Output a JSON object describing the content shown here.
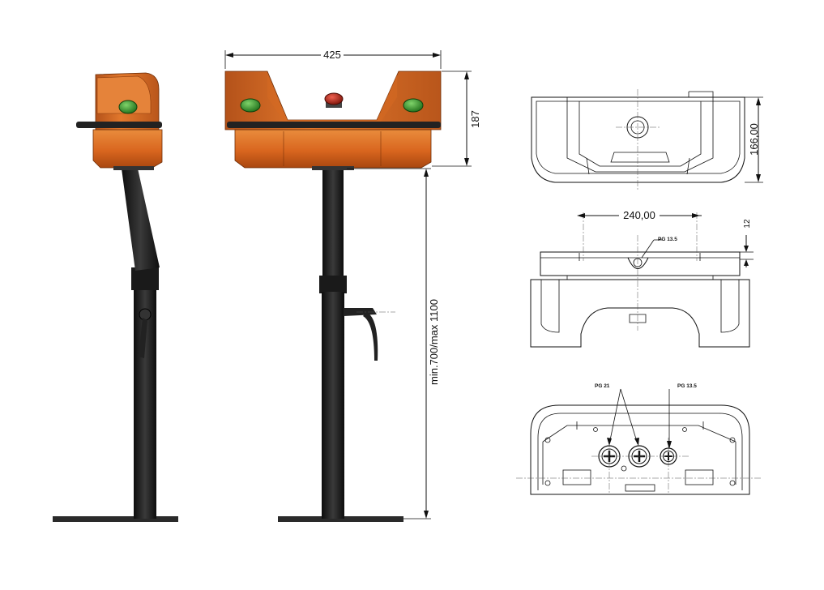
{
  "colors": {
    "housing_orange": "#d9661f",
    "housing_orange_dark": "#a9470f",
    "housing_orange_light": "#e98c3c",
    "pole_black": "#1e1e1e",
    "button_green": "#3fa535",
    "estop_red": "#c0281c",
    "line": "#111111"
  },
  "dimensions": {
    "width": "425",
    "height": "187",
    "pole_height": "min.700/max 1100",
    "top_depth": "166,00",
    "hole_spacing": "240,00",
    "flange": "12"
  },
  "labels": {
    "pg_13_5_front": "PG 13.5",
    "pg_21": "PG 21",
    "pg_13_5_bottom": "PG 13.5"
  }
}
